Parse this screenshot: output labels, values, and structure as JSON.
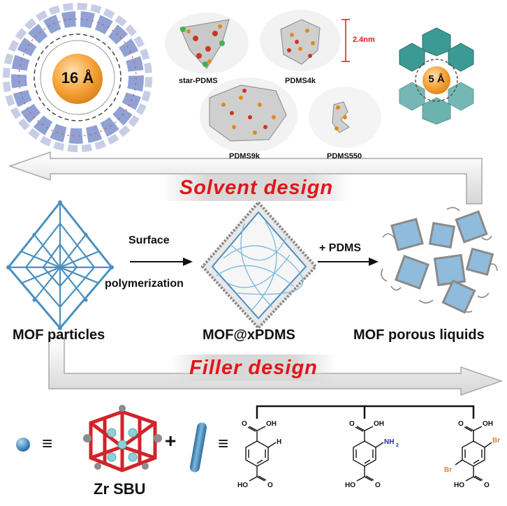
{
  "pore_large": "16 Å",
  "pore_small": "5 Å",
  "scale_bar": "2.4nm",
  "polymers": [
    "star-PDMS",
    "PDMS4k",
    "PDMS9k",
    "PDMS550"
  ],
  "solvent_banner": "Solvent design",
  "filler_banner": "Filler design",
  "step1_top": "Surface",
  "step1_bottom": "polymerization",
  "step2": "+ PDMS",
  "stage_mof": "MOF particles",
  "stage_coated": "MOF@xPDMS",
  "stage_liquid": "MOF porous liquids",
  "sbu_label": "Zr SBU",
  "equiv_symbol": "≡",
  "plus_symbol": "+",
  "linker_labels": {
    "oh": "OH",
    "ho": "HO",
    "o": "O",
    "h": "H",
    "nh2": "NH",
    "nh2_sub": "2",
    "br": "Br"
  },
  "colors": {
    "accent_red": "#e0161b",
    "mof_blue": "#4a8fc0",
    "polyhedra": "#7d90cc",
    "teal": "#3c9a95",
    "pore_orange": "#f5a236",
    "amine_blue": "#1f2f9a",
    "bromine": "#e0823a"
  }
}
